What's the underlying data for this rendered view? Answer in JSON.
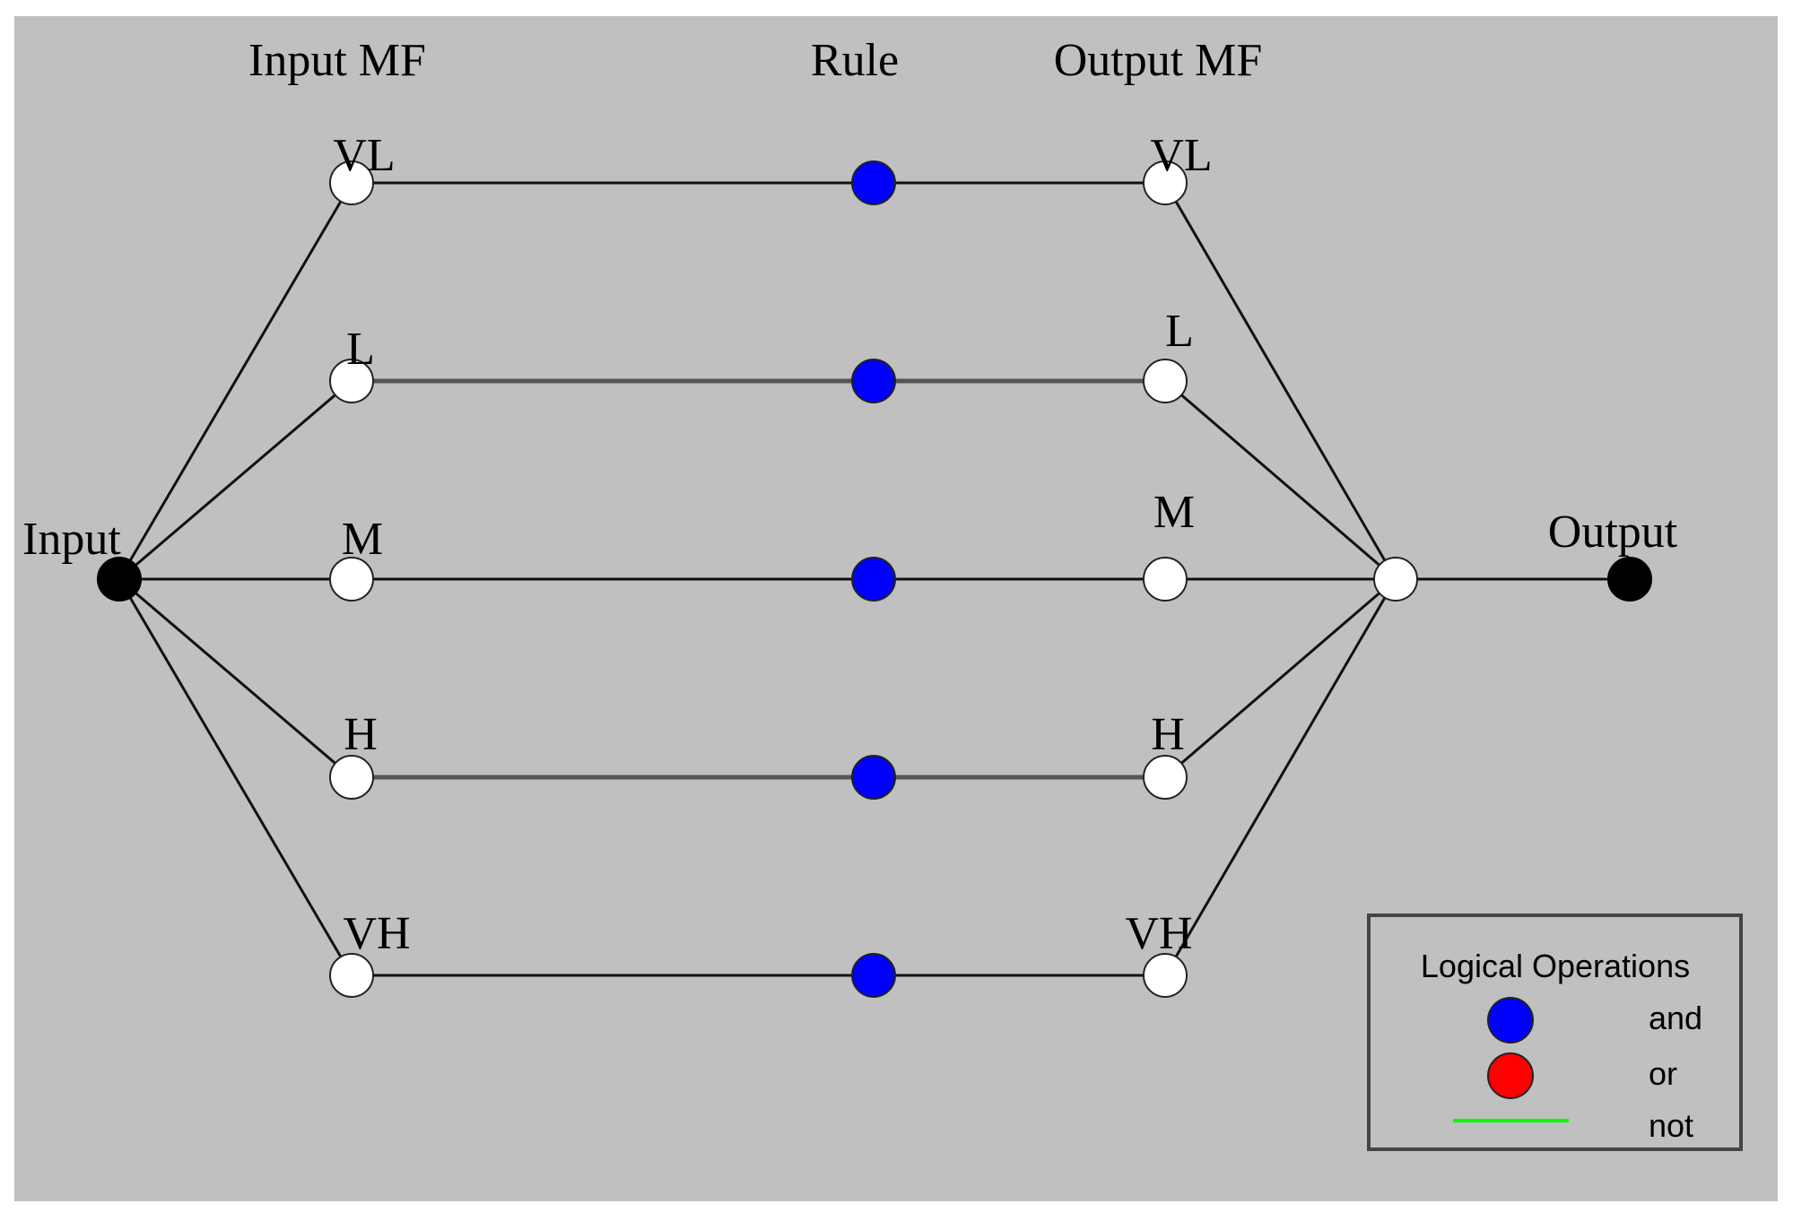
{
  "headers": {
    "input_mf": "Input MF",
    "rule": "Rule",
    "output_mf": "Output MF"
  },
  "input_label": "Input",
  "output_label": "Output",
  "input_mf_labels": [
    "VL",
    "L",
    "M",
    "H",
    "VH"
  ],
  "output_mf_labels": [
    "VL",
    "L",
    "M",
    "H",
    "VH"
  ],
  "rules": [
    {
      "operation": "and"
    },
    {
      "operation": "and"
    },
    {
      "operation": "and"
    },
    {
      "operation": "and"
    },
    {
      "operation": "and"
    }
  ],
  "legend": {
    "title": "Logical Operations",
    "items": [
      {
        "symbol": "circle",
        "color": "#0000ff",
        "label": "and"
      },
      {
        "symbol": "circle",
        "color": "#ff0000",
        "label": "or"
      },
      {
        "symbol": "line",
        "color": "#00ff00",
        "label": "not"
      }
    ]
  },
  "colors": {
    "background": "#c0c0c0",
    "and_node": "#0000ff",
    "or_node": "#ff0000",
    "not_line": "#00ff00",
    "terminal_node": "#000000",
    "mf_node": "#ffffff"
  }
}
